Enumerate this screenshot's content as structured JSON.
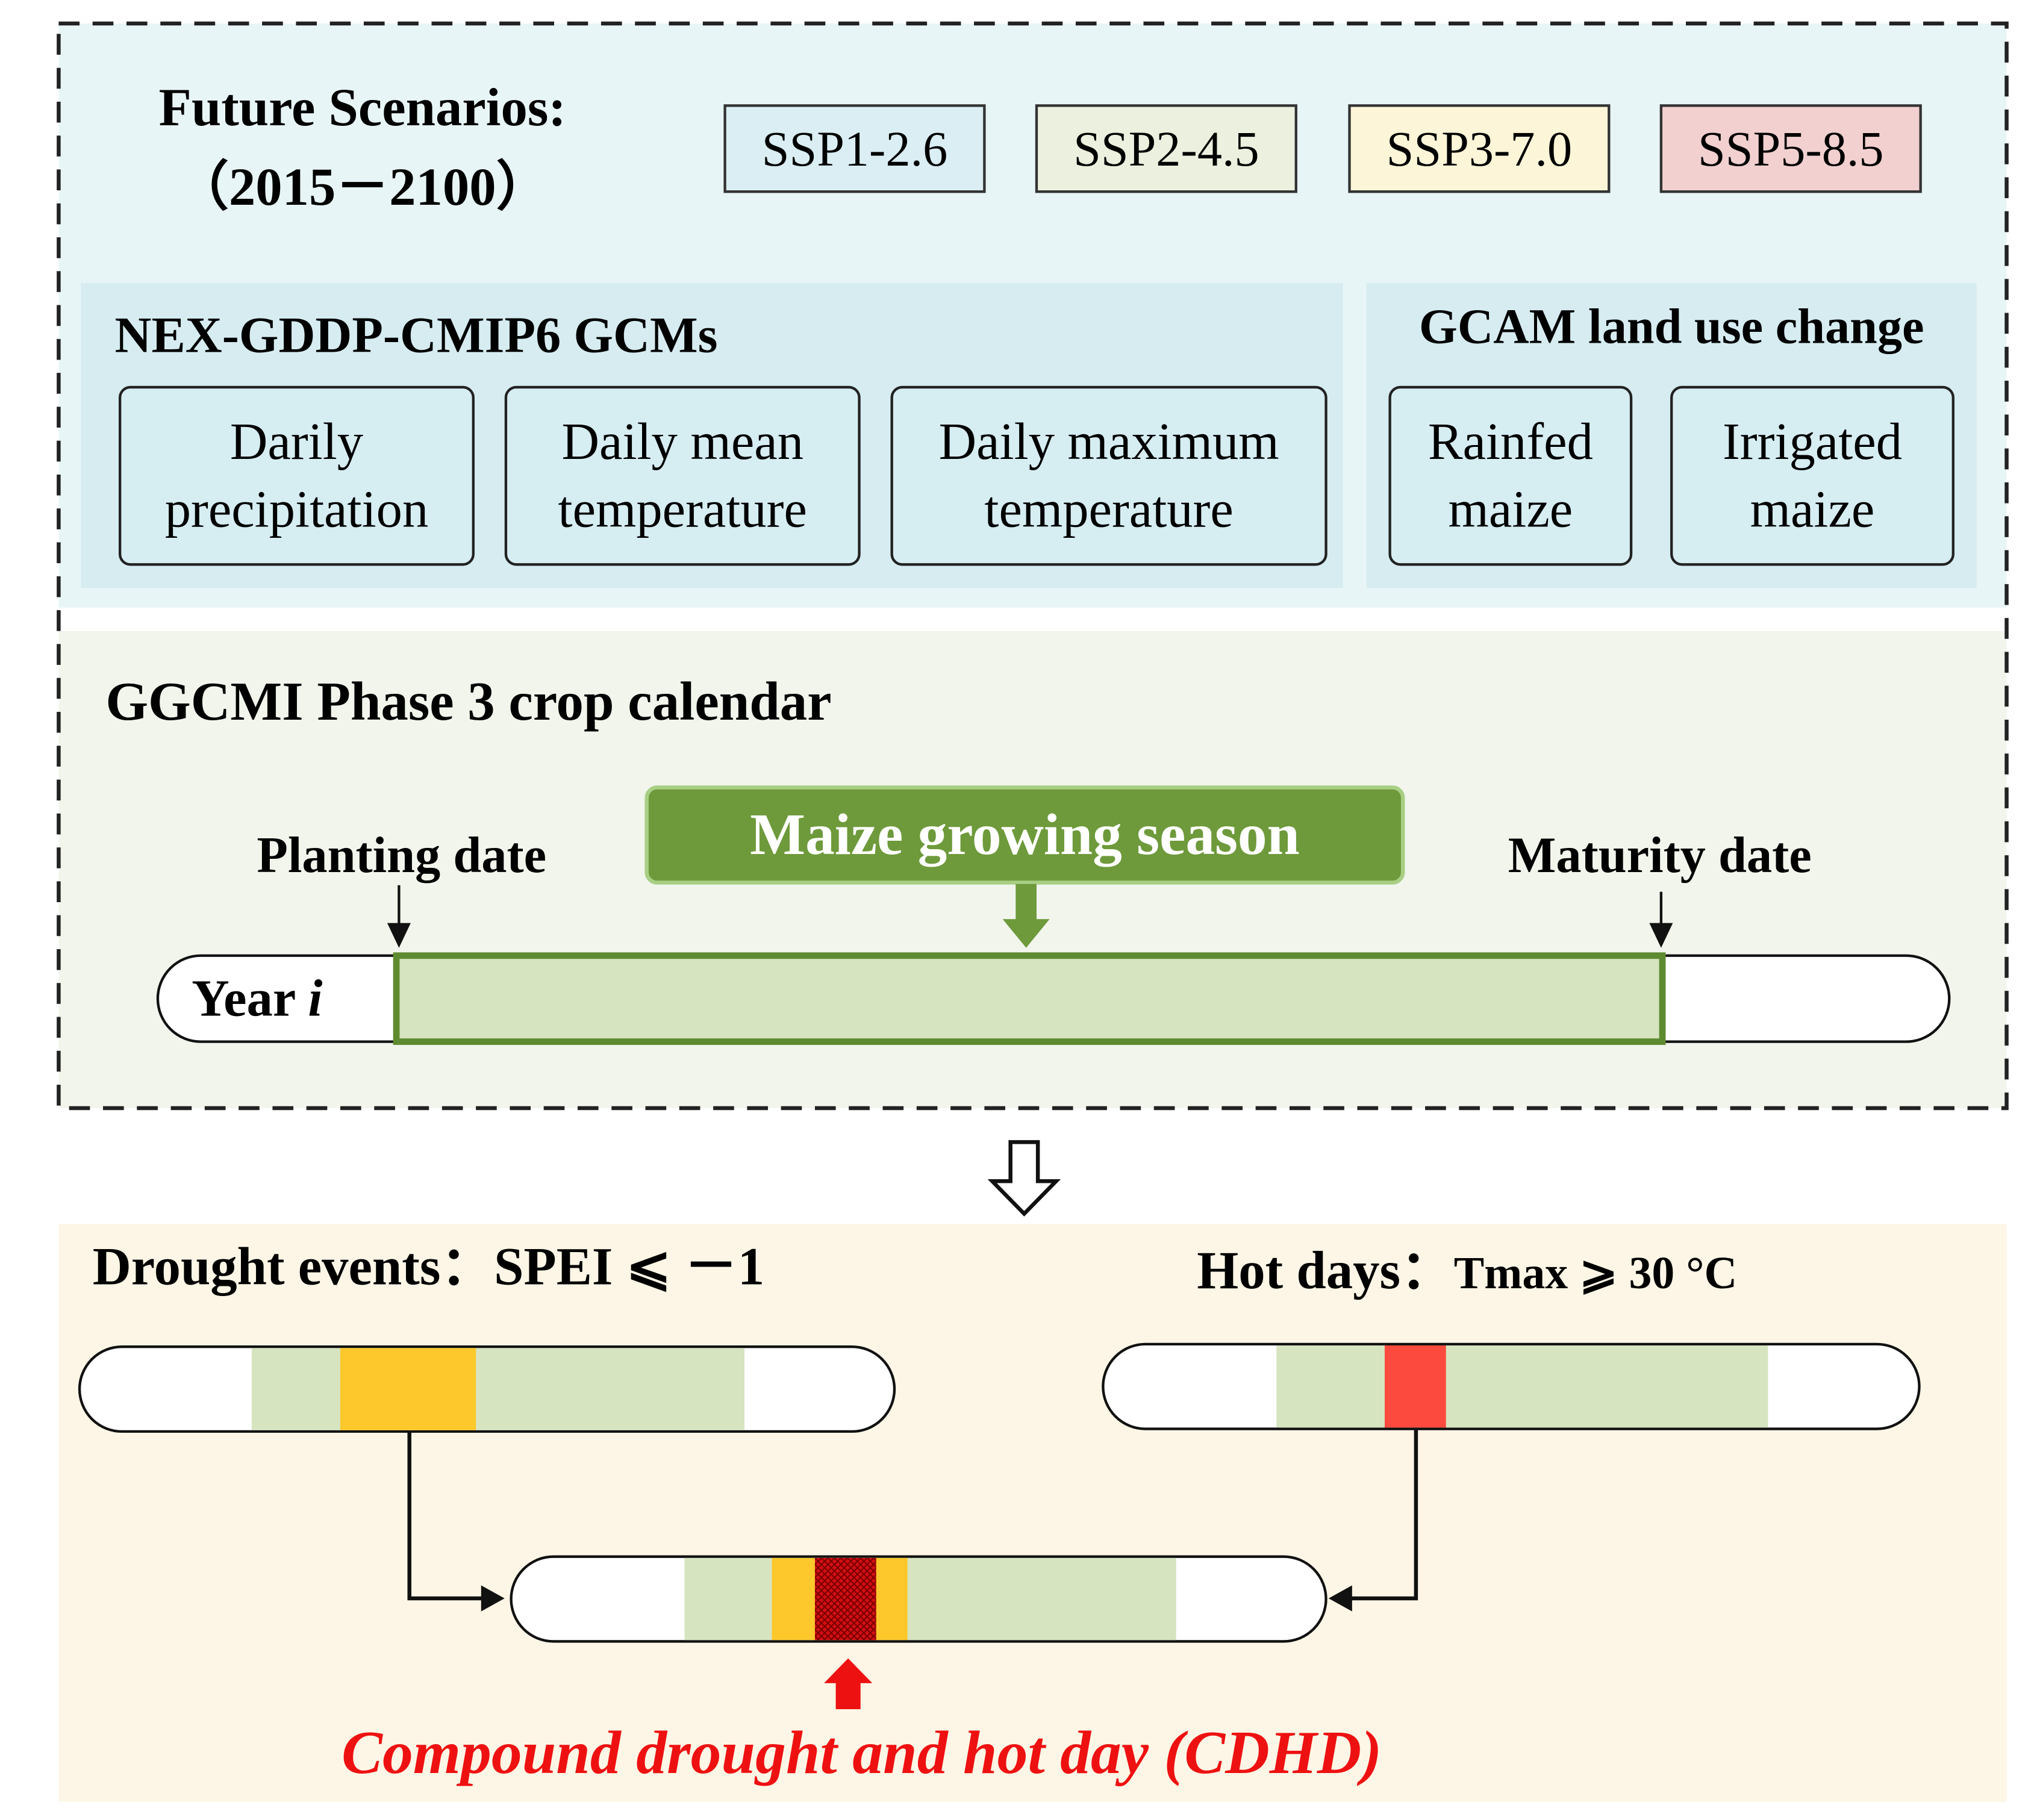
{
  "scenarios": {
    "title_line1": "Future Scenarios:",
    "title_line2": "（2015－2100）",
    "items": [
      {
        "label": "SSP1-2.6",
        "color": "#daeef3"
      },
      {
        "label": "SSP2-4.5",
        "color": "#ebf1de"
      },
      {
        "label": "SSP3-7.0",
        "color": "#fdf5d8"
      },
      {
        "label": "SSP5-8.5",
        "color": "#f2d0d0"
      }
    ]
  },
  "gcm": {
    "title": "NEX-GDDP-CMIP6 GCMs",
    "items": [
      {
        "line1": "Darily",
        "line2": "precipitation"
      },
      {
        "line1": "Daily mean",
        "line2": "temperature"
      },
      {
        "line1": "Daily maximum",
        "line2": "temperature"
      }
    ]
  },
  "gcam": {
    "title": "GCAM land use change",
    "items": [
      {
        "line1": "Rainfed",
        "line2": "maize"
      },
      {
        "line1": "Irrigated",
        "line2": "maize"
      }
    ]
  },
  "calendar": {
    "title": "GGCMI Phase 3 crop calendar",
    "season_label": "Maize growing season",
    "planting_label": "Planting date",
    "maturity_label": "Maturity date",
    "year_label": "Year ",
    "year_var": "i"
  },
  "events": {
    "drought_label": "Drought events：SPEI ⩽ －1",
    "hot_label": "Hot days：",
    "hot_label_small": "Tmax ⩾ 30 °C",
    "cdhd_label": "Compound drought and hot day (CDHD)"
  },
  "colors": {
    "top_bg": "#e8f5f6",
    "gcm_panel": "#d6ecf1",
    "box_fill": "#d6edf2",
    "calendar_bg": "#f1f5ec",
    "season_fill": "#d6e4c0",
    "season_border": "#5f8b30",
    "season_banner": "#6e9a3b",
    "bottom_bg": "#fdf6e6",
    "drought": "#fcc82b",
    "hot": "#fd4a3e",
    "cdhd_text": "#ee1111"
  }
}
